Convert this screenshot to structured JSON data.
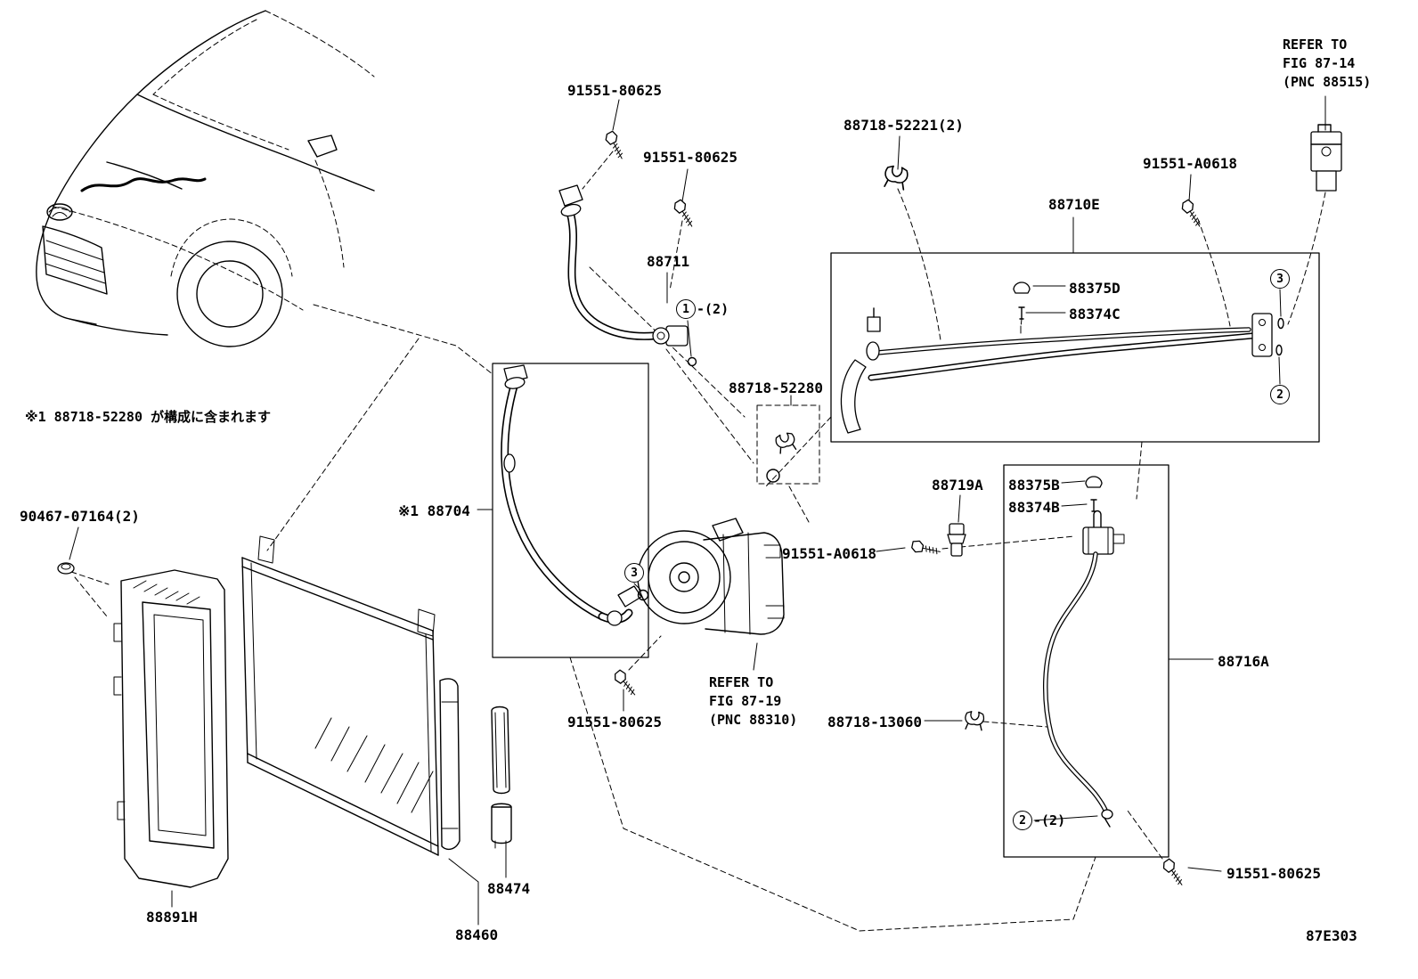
{
  "figure_code": "87E303",
  "note": "※1 88718-52280 が構成に含まれます",
  "labels": {
    "bolt_80625": "91551-80625",
    "bolt_a0618": "91551-A0618",
    "clamp_52221": "88718-52221(2)",
    "tube_assy": "88710E",
    "hose_88711": "88711",
    "cap_88375d": "88375D",
    "valve_88374c": "88374C",
    "clamp_52280": "88718-52280",
    "hose_88704": "※1 88704",
    "grommet": "90467-07164(2)",
    "pressure_switch": "88719A",
    "cap_88375b": "88375B",
    "valve_88374b": "88374B",
    "tube_liquid": "88716A",
    "clamp_13060": "88718-13060",
    "drier": "88474",
    "shroud": "88891H",
    "condenser": "88460"
  },
  "refer_fig_87_14": {
    "l1": "REFER TO",
    "l2": "FIG 87-14",
    "l3": "(PNC 88515)"
  },
  "refer_fig_87_19": {
    "l1": "REFER TO",
    "l2": "FIG 87-19",
    "l3": "(PNC 88310)"
  },
  "callouts": {
    "one": {
      "num": "1",
      "suffix": "-(2)"
    },
    "two": {
      "num": "2"
    },
    "three": {
      "num": "3"
    },
    "two_pair": {
      "num": "2",
      "suffix": "-(2)"
    }
  }
}
